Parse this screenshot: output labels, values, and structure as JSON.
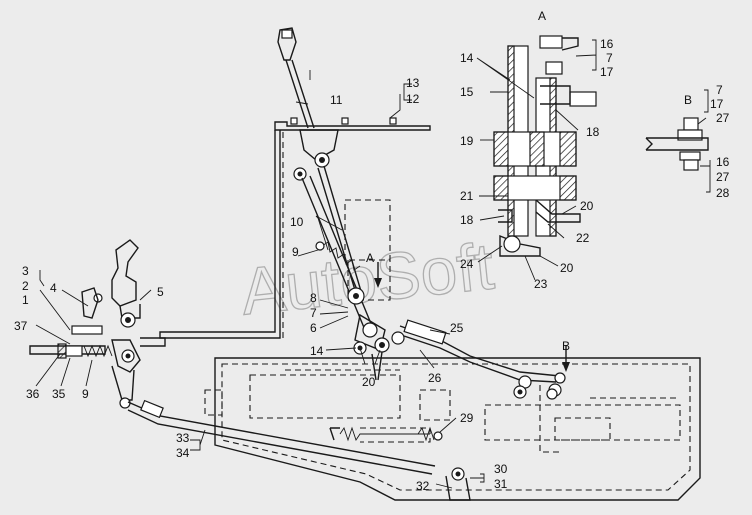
{
  "watermark": "AutoSoft",
  "view_labels": {
    "view_a": "A",
    "view_b": "B",
    "arrow_a": "A",
    "arrow_b": "B"
  },
  "callouts": [
    {
      "id": "c1",
      "text": "1"
    },
    {
      "id": "c2",
      "text": "2"
    },
    {
      "id": "c3",
      "text": "3"
    },
    {
      "id": "c4",
      "text": "4"
    },
    {
      "id": "c5",
      "text": "5"
    },
    {
      "id": "c6",
      "text": "6"
    },
    {
      "id": "c7",
      "text": "7"
    },
    {
      "id": "c8",
      "text": "8"
    },
    {
      "id": "c9a",
      "text": "9"
    },
    {
      "id": "c9b",
      "text": "9"
    },
    {
      "id": "c10",
      "text": "10"
    },
    {
      "id": "c11",
      "text": "11"
    },
    {
      "id": "c12",
      "text": "12"
    },
    {
      "id": "c13",
      "text": "13"
    },
    {
      "id": "c14a",
      "text": "14"
    },
    {
      "id": "c14b",
      "text": "14"
    },
    {
      "id": "c15",
      "text": "15"
    },
    {
      "id": "c16a",
      "text": "16"
    },
    {
      "id": "c16b",
      "text": "16"
    },
    {
      "id": "c17a",
      "text": "17"
    },
    {
      "id": "c17b",
      "text": "17"
    },
    {
      "id": "c18a",
      "text": "18"
    },
    {
      "id": "c18b",
      "text": "18"
    },
    {
      "id": "c19",
      "text": "19"
    },
    {
      "id": "c20a",
      "text": "20"
    },
    {
      "id": "c20b",
      "text": "20"
    },
    {
      "id": "c20c",
      "text": "20"
    },
    {
      "id": "c21",
      "text": "21"
    },
    {
      "id": "c22",
      "text": "22"
    },
    {
      "id": "c23",
      "text": "23"
    },
    {
      "id": "c24",
      "text": "24"
    },
    {
      "id": "c25",
      "text": "25"
    },
    {
      "id": "c26",
      "text": "26"
    },
    {
      "id": "c27a",
      "text": "27"
    },
    {
      "id": "c27b",
      "text": "27"
    },
    {
      "id": "c28",
      "text": "28"
    },
    {
      "id": "c29",
      "text": "29"
    },
    {
      "id": "c30",
      "text": "30"
    },
    {
      "id": "c31",
      "text": "31"
    },
    {
      "id": "c32",
      "text": "32"
    },
    {
      "id": "c33",
      "text": "33"
    },
    {
      "id": "c34",
      "text": "34"
    },
    {
      "id": "c35",
      "text": "35"
    },
    {
      "id": "c36",
      "text": "36"
    },
    {
      "id": "c37",
      "text": "37"
    },
    {
      "id": "c7b",
      "text": "7"
    }
  ]
}
